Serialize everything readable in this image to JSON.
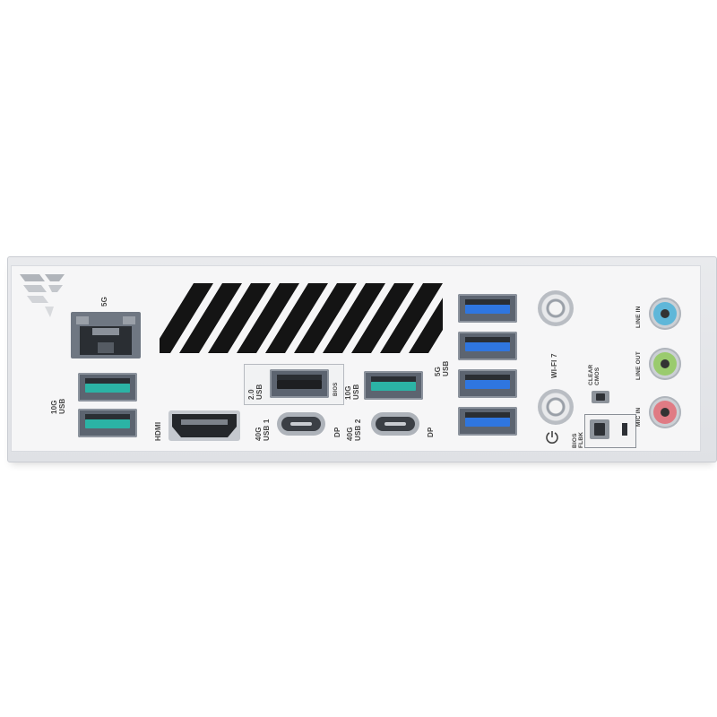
{
  "labels": {
    "lan": "5G",
    "usb10g_left": [
      "10G",
      "USB"
    ],
    "hdmi": "HDMI",
    "usb40g_1": [
      "40G",
      "USB 1"
    ],
    "dp1": "DP",
    "usb20": [
      "2.0",
      "USB"
    ],
    "bios": "BIOS",
    "usb10g_mid": [
      "10G",
      "USB"
    ],
    "usb40g_2": [
      "40G",
      "USB 2"
    ],
    "dp2": "DP",
    "usb5g": [
      "5G",
      "USB"
    ],
    "wifi": "WI-FI 7",
    "clear_cmos": [
      "CLEAR",
      "CMOS"
    ],
    "bios_flbk": [
      "BIOS",
      "FLBK"
    ],
    "line_in": "LINE IN",
    "line_out": "LINE OUT",
    "mic_in": "MIC IN"
  },
  "colors": {
    "usb_teal": "#2bb3a5",
    "usb_blue": "#2f76e0",
    "line_in": "#5fb7d9",
    "line_out": "#9acb6e",
    "mic_in": "#e07b84"
  },
  "icons": {
    "brand": "tuf-logo-icon",
    "vent": "vent-stripes-icon",
    "wifi_status": "power-icon"
  }
}
